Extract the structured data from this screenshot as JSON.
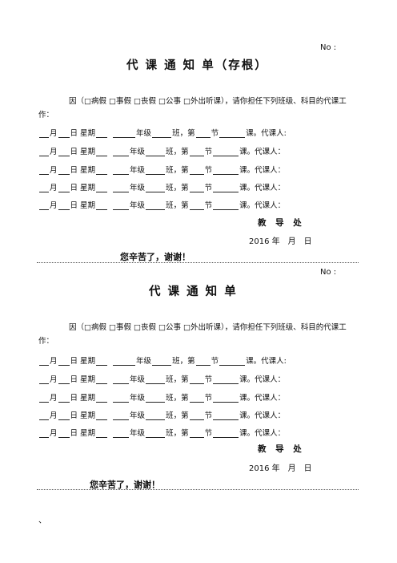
{
  "forms": [
    {
      "no_label": "No :",
      "title": "代 课 通 知 单（存根）",
      "reason": "因（□病假 □事假 □丧假 □公事 □外出听课），请你担任下列班级、科目的代课工作：",
      "rows": [
        {
          "month": "月",
          "day": "日 星期",
          "grade": "年级",
          "class": "班，第",
          "period": "节",
          "subject": "课。代课人:"
        },
        {
          "month": "月",
          "day": "日 星期",
          "grade": "年级",
          "class": "班，第",
          "period": "节",
          "subject": "课。代课人："
        },
        {
          "month": "月",
          "day": "日 星期",
          "grade": "年级",
          "class": "班，第",
          "period": "节",
          "subject": "课。代课人："
        },
        {
          "month": "月",
          "day": "日 星期",
          "grade": "年级",
          "class": "班，第",
          "period": "节",
          "subject": "课。代课人："
        },
        {
          "month": "月",
          "day": "日 星期",
          "grade": "年级",
          "class": "班，第",
          "period": "节",
          "subject": "课。代课人："
        }
      ],
      "office": "教 导 处",
      "date": "2016 年　月　日",
      "thanks": "您辛苦了，谢谢！"
    },
    {
      "no_label": "No :",
      "title": "代 课 通 知 单",
      "reason": "因（□病假 □事假 □丧假 □公事 □外出听课），请你担任下列班级、科目的代课工作：",
      "rows": [
        {
          "month": "月",
          "day": "日 星期",
          "grade": "年级",
          "class": "班，第",
          "period": "节",
          "subject": "课。代课人:"
        },
        {
          "month": "月",
          "day": "日 星期",
          "grade": "年级",
          "class": "班，第",
          "period": "节",
          "subject": "课。代课人："
        },
        {
          "month": "月",
          "day": "日 星期",
          "grade": "年级",
          "class": "班，第",
          "period": "节",
          "subject": "课。代课人："
        },
        {
          "month": "月",
          "day": "日 星期",
          "grade": "年级",
          "class": "班，第",
          "period": "节",
          "subject": "课。代课人："
        },
        {
          "month": "月",
          "day": "日 星期",
          "grade": "年级",
          "class": "班，第",
          "period": "节",
          "subject": "课。代课人："
        }
      ],
      "office": "教 导 处",
      "date": "2016 年　月　日",
      "thanks": "您辛苦了，谢谢！"
    }
  ],
  "trailing_mark": "、"
}
